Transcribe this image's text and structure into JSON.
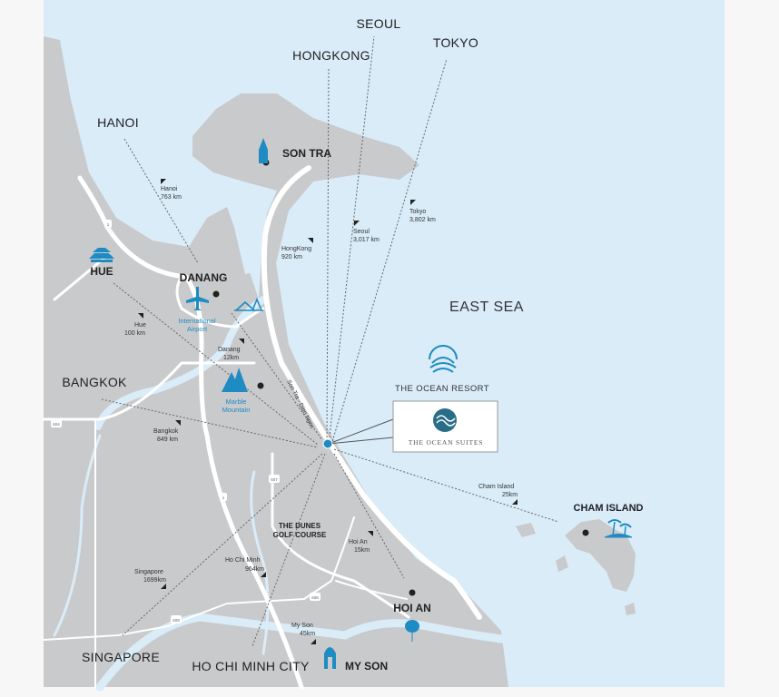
{
  "colors": {
    "sea": "#d9ecf8",
    "land": "#c9cacc",
    "road": "#ffffff",
    "accent": "#1e8bc3",
    "background": "#f7f7f7"
  },
  "destinations": {
    "seoul": "SEOUL",
    "hongkong": "HONGKONG",
    "tokyo": "TOKYO",
    "hanoi": "HANOI",
    "bangkok": "BANGKOK",
    "singapore": "SINGAPORE",
    "hcmc": "HO CHI MINH CITY"
  },
  "places": {
    "son_tra": "SON TRA",
    "hue": "HUE",
    "danang": "DANANG",
    "cham_island": "CHAM ISLAND",
    "hoi_an": "HOI AN",
    "my_son": "MY SON",
    "dunes_1": "THE DUNES",
    "dunes_2": "GOLF COURSE",
    "east_sea": "EAST SEA",
    "airport_1": "International",
    "airport_2": "Airport",
    "marble_1": "Marble",
    "marble_2": "Mountain",
    "road_name": "Son Tra - Dien Ngoc"
  },
  "distances": {
    "hanoi": [
      "Hanoi",
      "763 km"
    ],
    "hongkong": [
      "HongKong",
      "920 km"
    ],
    "seoul": [
      "Seoul",
      "3,017 km"
    ],
    "tokyo": [
      "Tokyo",
      "3,802 km"
    ],
    "hue": [
      "Hue",
      "100 km"
    ],
    "danang": [
      "Danang",
      "12km"
    ],
    "bangkok": [
      "Bangkok",
      "849 km"
    ],
    "cham": [
      "Cham Island",
      "25km"
    ],
    "hoian": [
      "Hoi An",
      "15km"
    ],
    "hcm": [
      "Ho Chi Minh",
      "964km"
    ],
    "singapore": [
      "Singapore",
      "1699km"
    ],
    "myson": [
      "My Son",
      "45km"
    ]
  },
  "road_numbers": {
    "r1a": "1",
    "r1b": "1",
    "r604": "604",
    "r607": "607",
    "r608": "608",
    "r609": "609"
  },
  "resorts": {
    "ocean_resort": "THE OCEAN RESORT",
    "ocean_suites": "THE OCEAN SUITES"
  }
}
